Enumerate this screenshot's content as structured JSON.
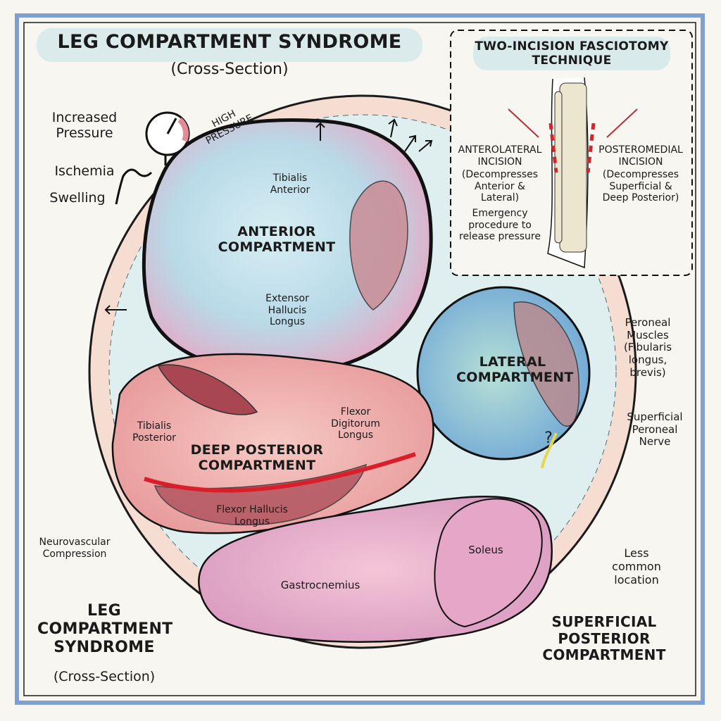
{
  "title": "LEG COMPARTMENT SYNDROME",
  "subtitle": "(Cross-Section)",
  "symptoms": [
    "Increased Pressure",
    "Ischemia",
    "Swelling"
  ],
  "gauge_label": "HIGH PRESSURE",
  "compartments": {
    "anterior": "ANTERIOR COMPARTMENT",
    "lateral": "LATERAL COMPARTMENT",
    "deep_posterior": "DEEP POSTERIOR COMPARTMENT",
    "superficial_posterior": "SUPERFICIAL POSTERIOR COMPARTMENT"
  },
  "muscles": {
    "tibialis_anterior": "Tibialis Anterior",
    "extensor_hallucis_longus": "Extensor Hallucis Longus",
    "tibialis_posterior": "Tibialis Posterior",
    "flexor_digitorum_longus": "Flexor Digitorum Longus",
    "flexor_hallucis_longus": "Flexor Hallucis Longus",
    "soleus": "Soleus",
    "gastrocnemius": "Gastrocnemius",
    "peroneal_muscles": "Peroneal Muscles (Fibularis longus, brevis)",
    "superficial_peroneal_nerve": "Superficial Peroneal Nerve"
  },
  "annotations": {
    "neurovascular": "Neurovascular Compression",
    "less_common": "Less common location",
    "question_mark": "?",
    "bottom_title": "LEG COMPARTMENT SYNDROME",
    "bottom_subtitle": "(Cross-Section)"
  },
  "inset": {
    "title": "TWO-INCISION FASCIOTOMY TECHNIQUE",
    "anterolateral_title": "ANTEROLATERAL INCISION",
    "anterolateral_desc": "(Decompresses Anterior & Lateral)",
    "posteromedial_title": "POSTEROMEDIAL INCISION",
    "posteromedial_desc": "(Decompresses Superficial & Deep Posterior)",
    "note": "Emergency procedure to release pressure"
  },
  "colors": {
    "frame": "#7f9fcf",
    "anterior": "#b9dbe6",
    "lateral": "#8fc2d8",
    "deep_posterior": "#f0b0ad",
    "superficial_posterior": "#eab0c8",
    "incision": "#d0262e",
    "artery": "#d81f2a"
  }
}
